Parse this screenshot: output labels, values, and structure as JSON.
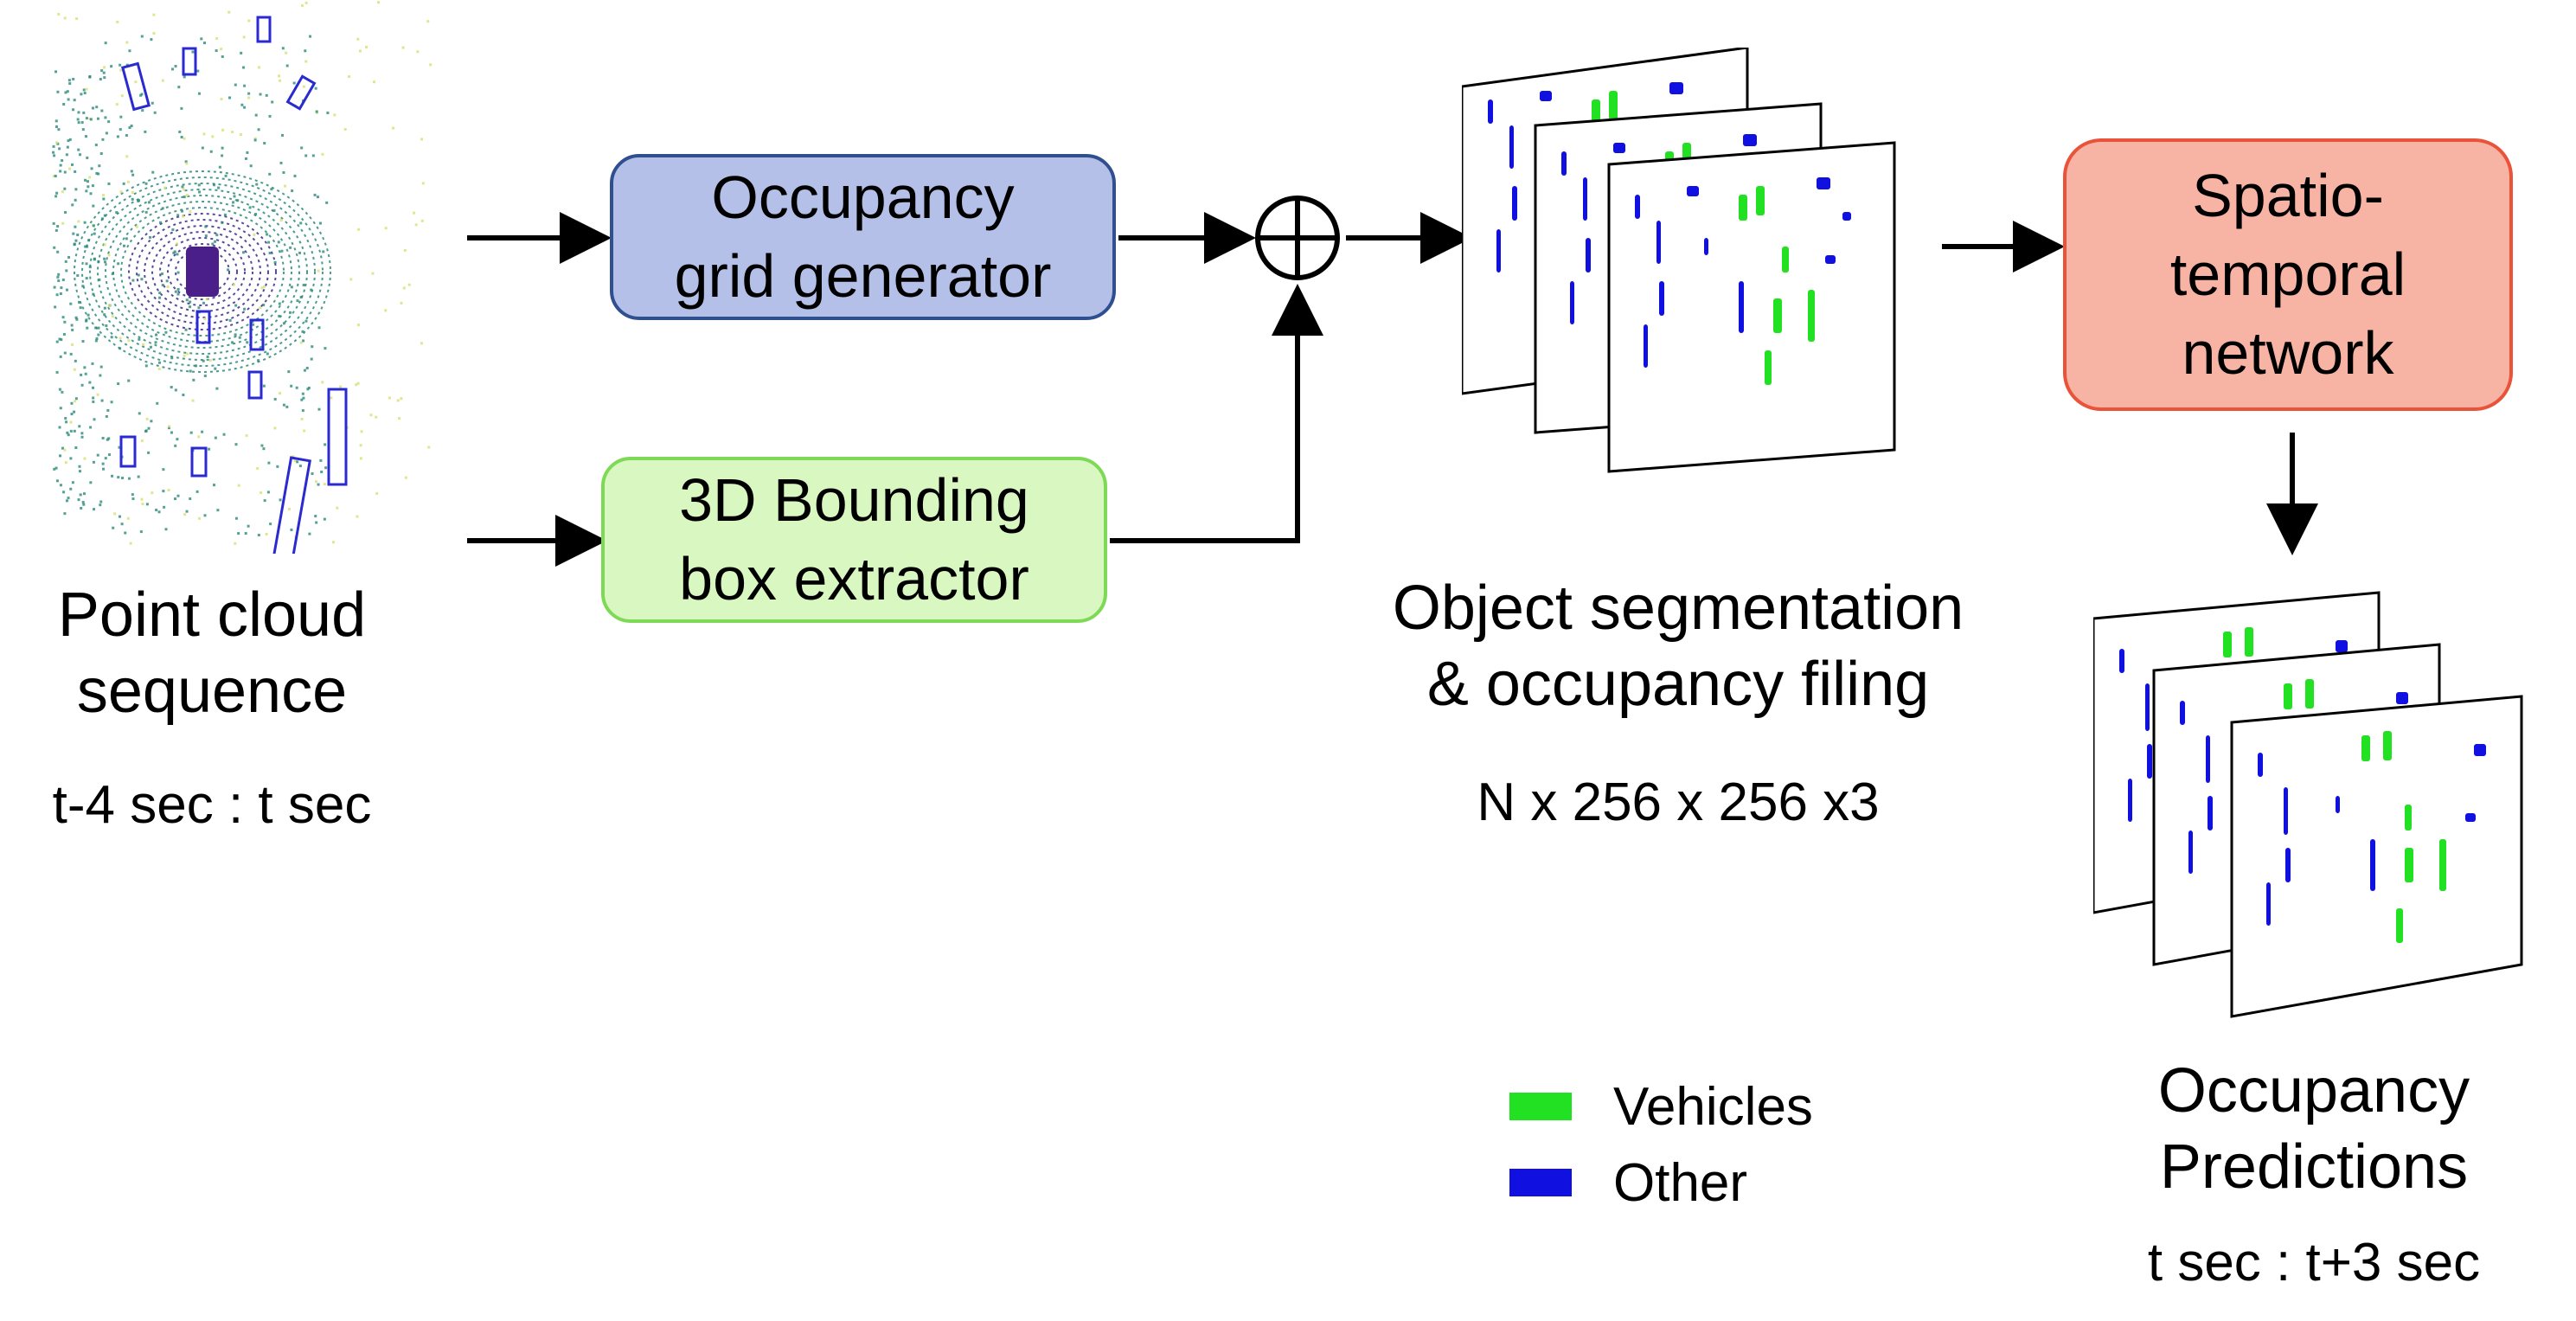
{
  "input": {
    "title_line1": "Point cloud",
    "title_line2": "sequence",
    "time_range": "t-4 sec : t sec"
  },
  "blocks": {
    "occupancy_grid": {
      "line1": "Occupancy",
      "line2": "grid generator",
      "fill": "#b4c0e8",
      "stroke": "#2f4f8f"
    },
    "bbox_extractor": {
      "line1": "3D Bounding",
      "line2": "box extractor",
      "fill": "#d9f7c0",
      "stroke": "#7ed957"
    },
    "spatiotemporal": {
      "line1": "Spatio-",
      "line2": "temporal",
      "line3": "network",
      "fill": "#f7b3a4",
      "stroke": "#e8533a"
    }
  },
  "segmentation": {
    "line1": "Object segmentation",
    "line2": "& occupancy filing",
    "shape": "N x 256 x 256 x3"
  },
  "output": {
    "line1": "Occupancy",
    "line2": "Predictions",
    "time_range": "t sec : t+3 sec"
  },
  "legend": [
    {
      "label": "Vehicles",
      "color": "#22e022"
    },
    {
      "label": "Other",
      "color": "#1010e0"
    }
  ],
  "colors": {
    "vehicle": "#22e022",
    "other": "#1010e0",
    "lidar_ring": "#3a2a8a",
    "lidar_road": "#2a8a7a",
    "lidar_veg": "#d8e070"
  }
}
